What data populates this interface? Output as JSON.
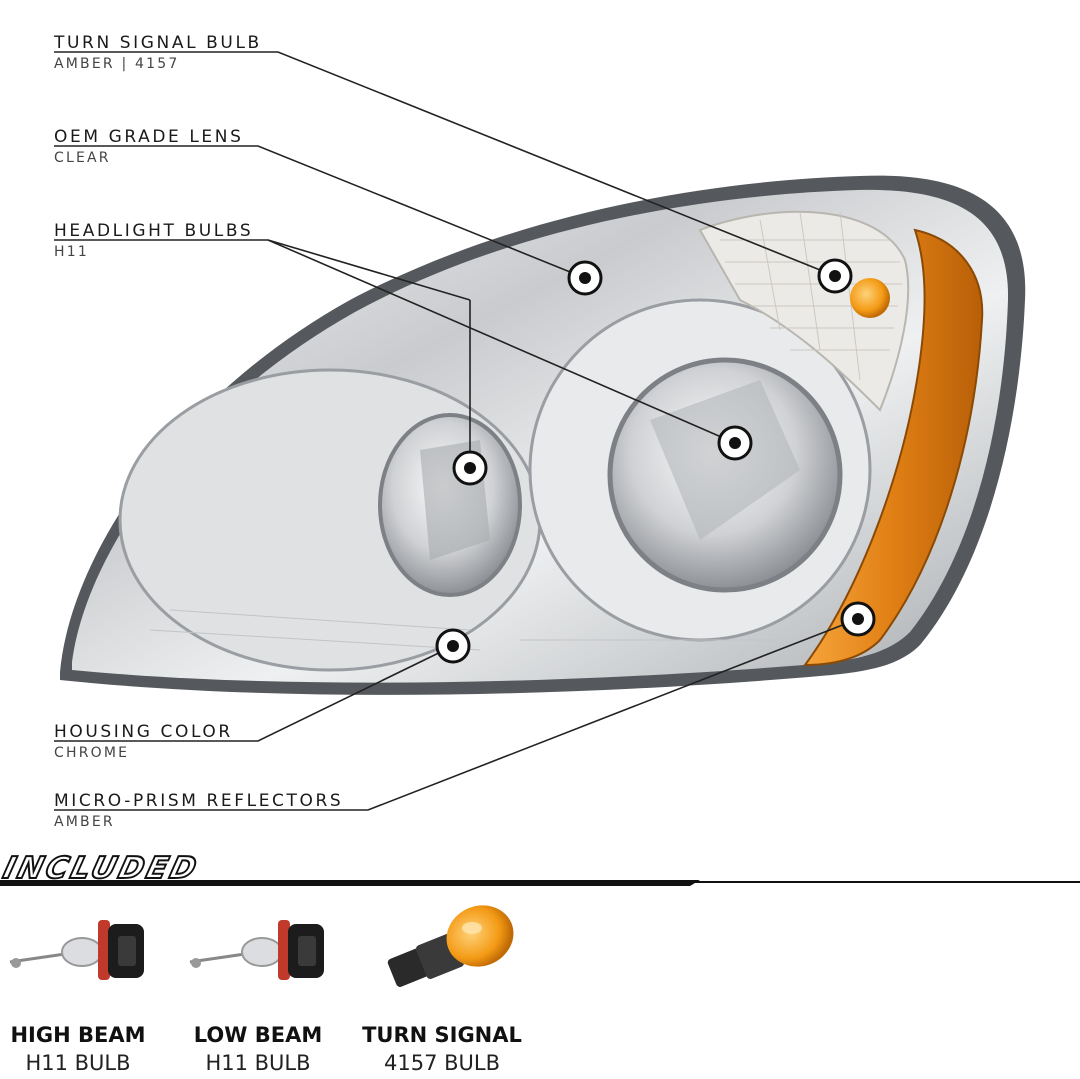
{
  "callouts": [
    {
      "title": "TURN SIGNAL BULB",
      "sub": "AMBER | 4157"
    },
    {
      "title": "OEM GRADE LENS",
      "sub": "CLEAR"
    },
    {
      "title": "HEADLIGHT BULBS",
      "sub": "H11"
    },
    {
      "title": "HOUSING COLOR",
      "sub": "CHROME"
    },
    {
      "title": "MICRO-PRISM REFLECTORS",
      "sub": "AMBER"
    }
  ],
  "included": {
    "title": "INCLUDED",
    "items": [
      {
        "label": "HIGH BEAM",
        "spec": "H11 BULB"
      },
      {
        "label": "LOW BEAM",
        "spec": "H11 BULB"
      },
      {
        "label": "TURN SIGNAL",
        "spec": "4157 BULB"
      }
    ]
  },
  "colors": {
    "amber": "#e8891a",
    "chrome": "#c8cacd",
    "housing": "#6e7075"
  }
}
